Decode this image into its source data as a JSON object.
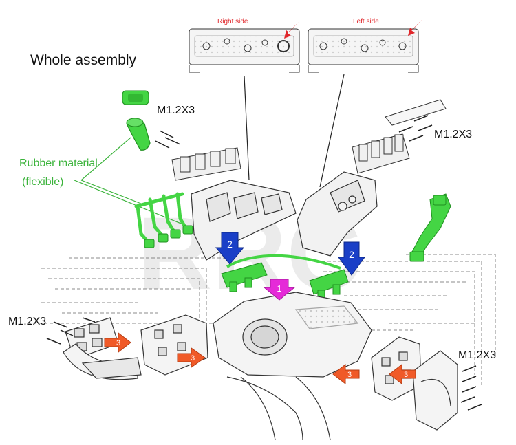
{
  "diagram": {
    "title": "Whole assembly",
    "screw_labels": [
      "M1.2X3",
      "M1.2X3",
      "M1.2X3",
      "M1.2X3"
    ],
    "rubber_label_line1": "Rubber material",
    "rubber_label_line2": "(flexible)",
    "right_side_label": "Right side",
    "left_side_label": "Left side",
    "step_numbers": [
      "1",
      "2",
      "2",
      "3",
      "3",
      "3",
      "3"
    ],
    "watermark": "RRC"
  },
  "colors": {
    "part_green": "#44d544",
    "part_green_dark": "#1f8f1f",
    "step1_magenta": "#e52ad8",
    "step2_blue": "#1a3fc7",
    "step3_orange": "#f05a28",
    "indicator_red": "#e0262a",
    "label_green": "#3bb33b",
    "line_gray": "#444444"
  }
}
